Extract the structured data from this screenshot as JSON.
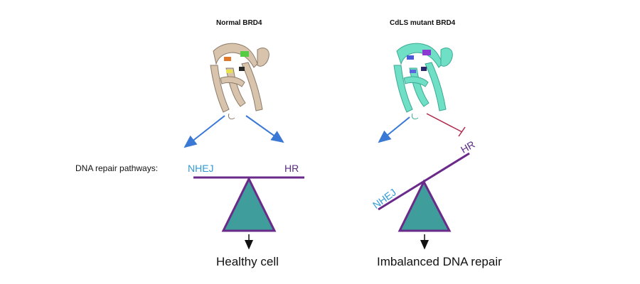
{
  "left_panel": {
    "title": "Normal BRD4",
    "pathways_label": "DNA repair pathways:",
    "nhej_label": "NHEJ",
    "hr_label": "HR",
    "outcome": "Healthy cell",
    "protein_color": "#d8c3ad"
  },
  "right_panel": {
    "title": "CdLS mutant BRD4",
    "nhej_label": "NHEJ",
    "hr_label": "HR",
    "outcome": "Imbalanced DNA repair",
    "protein_color": "#6fe0c6"
  },
  "colors": {
    "arrow_blue": "#3a78d6",
    "inhibit_red": "#b0284a",
    "beam_purple": "#6a2a8a",
    "triangle_fill": "#3f9e9b",
    "nhej_blue": "#2f9bd6",
    "hr_purple": "#5b2a86"
  }
}
